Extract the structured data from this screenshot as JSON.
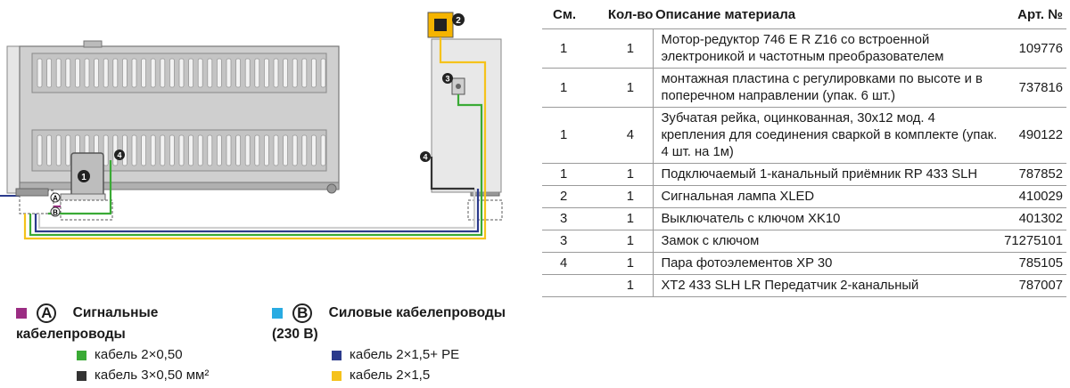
{
  "diagram": {
    "callouts": [
      "1",
      "2",
      "3",
      "4",
      "4"
    ],
    "cable_marks": [
      "A",
      "B"
    ]
  },
  "legend": {
    "signal": {
      "circle": "A",
      "title_line1": "Сигнальные",
      "title_line2": "кабелепроводы",
      "color": "#9b2d83"
    },
    "power": {
      "circle": "B",
      "title_line1": "Силовые кабелепроводы",
      "title_line2": "(230 В)",
      "color": "#29abe2"
    },
    "items": [
      {
        "label": "кабель 2×0,50",
        "color": "#3aaa35"
      },
      {
        "label": "кабель 3×0,50 мм²",
        "color": "#333333"
      },
      {
        "label": "кабель 2×1,5+ PE",
        "color": "#2b3a8c"
      },
      {
        "label": "кабель 2×1,5",
        "color": "#f5c21b"
      }
    ]
  },
  "table": {
    "headers": {
      "sm": "См.",
      "qty": "Кол-во",
      "desc": "Описание материала",
      "art": "Арт. №"
    },
    "rows": [
      {
        "sm": "1",
        "qty": "1",
        "desc": "Мотор-редуктор 746 E R Z16 со встроенной электроникой и частотным преобразователем",
        "art": "109776"
      },
      {
        "sm": "1",
        "qty": "1",
        "desc": "монтажная пластина с регулировками по высоте и в поперечном направлении (упак. 6 шт.)",
        "art": "737816"
      },
      {
        "sm": "1",
        "qty": "4",
        "desc": "Зубчатая рейка, оцинкованная, 30x12 мод. 4 крепления для соединения сваркой в комплекте (упак. 4 шт. на 1м)",
        "art": "490122"
      },
      {
        "sm": "1",
        "qty": "1",
        "desc": "Подключаемый 1-канальный приёмник RP 433 SLH",
        "art": "787852"
      },
      {
        "sm": "2",
        "qty": "1",
        "desc": "Сигнальная лампа XLED",
        "art": "410029"
      },
      {
        "sm": "3",
        "qty": "1",
        "desc": "Выключатель с ключом XK10",
        "art": "401302"
      },
      {
        "sm": "3",
        "qty": "1",
        "desc": "Замок с ключом",
        "art": "71275101"
      },
      {
        "sm": "4",
        "qty": "1",
        "desc": "Пара фотоэлементов XP 30",
        "art": "785105"
      },
      {
        "sm": "",
        "qty": "1",
        "desc": "XT2 433 SLH LR Передатчик 2-канальный",
        "art": "787007"
      }
    ]
  }
}
